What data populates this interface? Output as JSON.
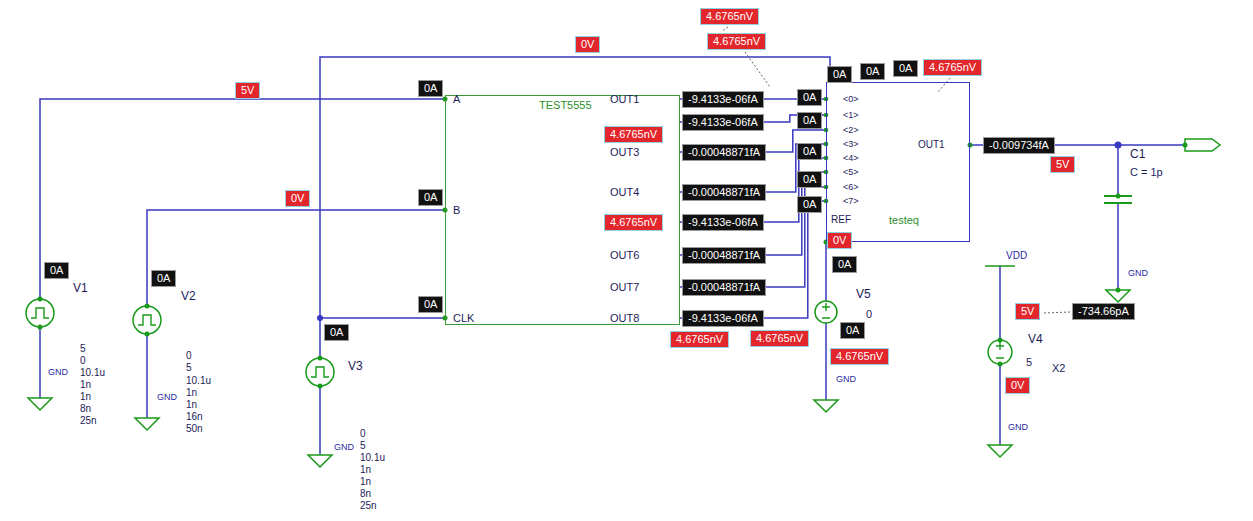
{
  "diagram": {
    "nodes": [
      {
        "text": [
          "TEST5555"
        ]
      },
      {
        "text": [
          "testeq"
        ]
      },
      {
        "text": [
          "4.6765nV"
        ]
      },
      {
        "text": [
          "4.6765nV"
        ]
      },
      {
        "text": [
          "0V"
        ]
      },
      {
        "text": [
          "4.6765nV"
        ]
      },
      {
        "text": [
          "0A"
        ]
      },
      {
        "text": [
          "0A"
        ]
      },
      {
        "text": [
          "0A"
        ]
      },
      {
        "text": [
          "5V"
        ]
      },
      {
        "text": [
          "0A"
        ]
      },
      {
        "text": [
          "-9.4133e-06fA"
        ]
      },
      {
        "text": [
          "0A"
        ]
      },
      {
        "text": [
          "-9.4133e-06fA"
        ]
      },
      {
        "text": [
          "0A"
        ]
      },
      {
        "text": [
          "4.6765nV"
        ]
      },
      {
        "text": [
          "-0.009734fA"
        ]
      },
      {
        "text": [
          "-0.00048871fA"
        ]
      },
      {
        "text": [
          "0A"
        ]
      },
      {
        "text": [
          "5V"
        ]
      },
      {
        "text": [
          "0A"
        ]
      },
      {
        "text": [
          "-0.00048871fA"
        ]
      },
      {
        "text": [
          "0V"
        ]
      },
      {
        "text": [
          "0A"
        ]
      },
      {
        "text": [
          "0A"
        ]
      },
      {
        "text": [
          "-9.4133e-06fA"
        ]
      },
      {
        "text": [
          "4.6765nV"
        ]
      },
      {
        "text": [
          "0V"
        ]
      },
      {
        "text": [
          "-0.00048871fA"
        ]
      },
      {
        "text": [
          "0A"
        ]
      },
      {
        "text": [
          "0A"
        ]
      },
      {
        "text": [
          "0A"
        ]
      },
      {
        "text": [
          "-0.00048871fA"
        ]
      },
      {
        "text": [
          "0A"
        ]
      },
      {
        "text": [
          "5V"
        ]
      },
      {
        "text": [
          "-734.66pA"
        ]
      },
      {
        "text": [
          "-9.4133e-06fA"
        ]
      },
      {
        "text": [
          "0A"
        ]
      },
      {
        "text": [
          "0A"
        ]
      },
      {
        "text": [
          "4.6765nV"
        ]
      },
      {
        "text": [
          "4.6765nV"
        ]
      },
      {
        "text": [
          "4.6765nV"
        ]
      },
      {
        "text": [
          "0V"
        ]
      }
    ],
    "edges": [
      {
        "from": 0,
        "to": 1,
        "arrow": "none"
      },
      {
        "from": 0,
        "to": 1,
        "arrow": "none"
      },
      {
        "from": 0,
        "to": 1,
        "arrow": "none"
      },
      {
        "from": 0,
        "to": 1,
        "arrow": "none"
      },
      {
        "from": 0,
        "to": 1,
        "arrow": "none"
      },
      {
        "from": 0,
        "to": 1,
        "arrow": "none"
      },
      {
        "from": 0,
        "to": 1,
        "arrow": "none"
      },
      {
        "from": 0,
        "to": 1,
        "arrow": "none"
      }
    ],
    "labels": [
      "A",
      "B",
      "CLK",
      "OUT1",
      "OUT3",
      "OUT4",
      "OUT6",
      "OUT7",
      "OUT8",
      "<0>",
      "<1>",
      "<2>",
      "<3>",
      "<4>",
      "<5>",
      "<6>",
      "<7>",
      "REF",
      "OUT1",
      "V1",
      "5",
      "0",
      "GND",
      "10.1u",
      "1n",
      "1n",
      "8n",
      "25n",
      "V2",
      "0",
      "5",
      "GND",
      "10.1u",
      "1n",
      "1n",
      "16n",
      "50n",
      "V3",
      "0",
      "5",
      "GND",
      "10.1u",
      "1n",
      "1n",
      "8n",
      "25n",
      "V5",
      "0",
      "GND",
      "C1",
      "C = 1p",
      "GND",
      "VDD",
      "V4",
      "5",
      "X2",
      "GND"
    ]
  }
}
